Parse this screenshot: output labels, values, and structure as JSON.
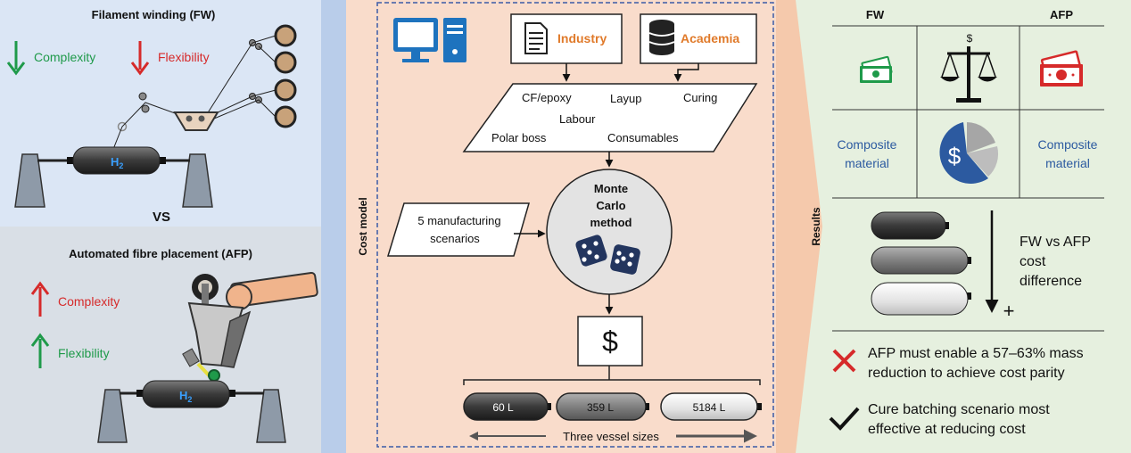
{
  "left": {
    "fw_title": "Filament winding (FW)",
    "fw_complexity": "Complexity",
    "fw_flexibility": "Flexibility",
    "h2_label": "H",
    "h2_sub": "2",
    "vs": "VS",
    "afp_title": "Automated fibre placement (AFP)",
    "afp_complexity": "Complexity",
    "afp_flexibility": "Flexibility"
  },
  "middle": {
    "side_label": "Cost model",
    "industry": "Industry",
    "academia": "Academia",
    "inputs": {
      "cf_epoxy": "CF/epoxy",
      "layup": "Layup",
      "curing": "Curing",
      "labour": "Labour",
      "polar_boss": "Polar boss",
      "consumables": "Consumables"
    },
    "scenarios_line1": "5 manufacturing",
    "scenarios_line2": "scenarios",
    "monte_line1": "Monte",
    "monte_line2": "Carlo",
    "monte_line3": "method",
    "dollar": "$",
    "vessels": [
      "60 L",
      "359 L",
      "5184 L"
    ],
    "vessel_caption": "Three vessel sizes"
  },
  "right": {
    "side_label": "Results",
    "fw_header": "FW",
    "afp_header": "AFP",
    "scale_dollar": "$",
    "composite_left_line1": "Composite",
    "composite_left_line2": "material",
    "composite_right_line1": "Composite",
    "composite_right_line2": "material",
    "pie_dollar": "$",
    "diff_line1": "FW vs AFP",
    "diff_line2": "cost",
    "diff_line3": "difference",
    "plus": "+",
    "result1_line1": "AFP must enable a 57–63% mass",
    "result1_line2": "reduction to achieve cost parity",
    "result2_line1": "Cure batching scenario most",
    "result2_line2": "effective at reducing cost"
  },
  "colors": {
    "green": "#1f9a4a",
    "red": "#d62a2a",
    "orange": "#e07a2a",
    "blue": "#2c5aa0",
    "monitor_blue": "#1e73be",
    "h2_blue": "#3aa0ff"
  }
}
